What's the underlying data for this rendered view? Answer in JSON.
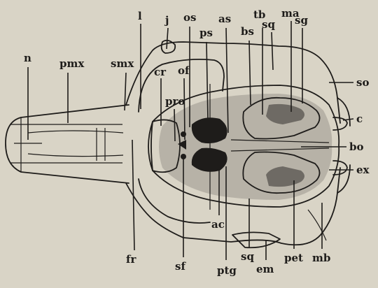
{
  "labels": {
    "n": "n",
    "pmx": "pmx",
    "smx": "smx",
    "l": "l",
    "j": "j",
    "os": "os",
    "ps": "ps",
    "as": "as",
    "bs": "bs",
    "tb": "tb",
    "sq_top": "sq",
    "ma": "ma",
    "sg": "sg",
    "cr": "cr",
    "of": "of",
    "pro": "pro",
    "so": "so",
    "c": "c",
    "bo": "bo",
    "ex": "ex",
    "ac": "ac",
    "fr": "fr",
    "sf": "sf",
    "ptg": "ptg",
    "sq_bottom": "sq",
    "em": "em",
    "pet": "pet",
    "mb": "mb"
  },
  "colors": {
    "paper": "#d9d4c6",
    "ink": "#1e1c1a",
    "shading": "#9b968e"
  }
}
